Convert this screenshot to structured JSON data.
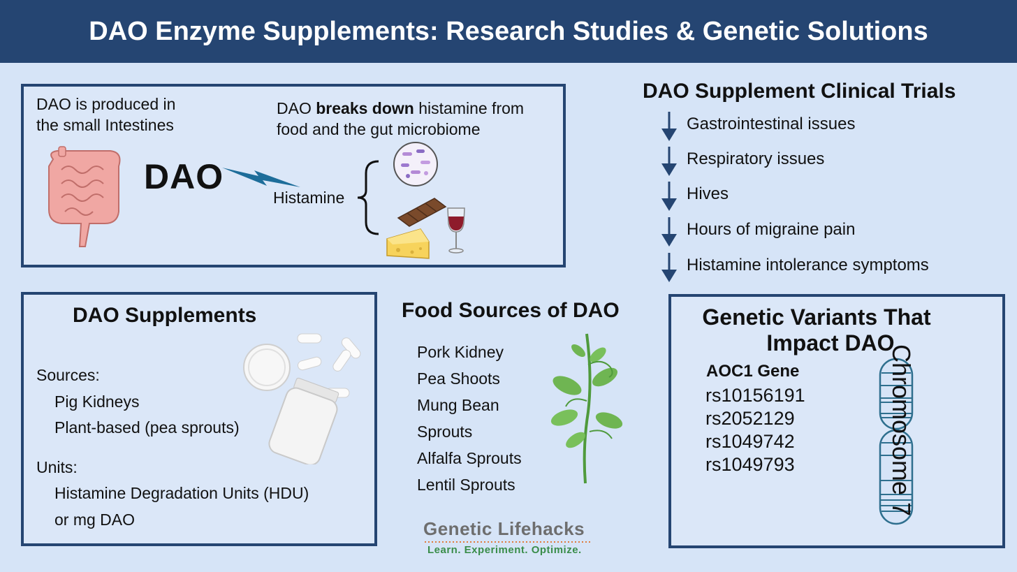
{
  "header": {
    "title": "DAO Enzyme Supplements: Research Studies & Genetic Solutions"
  },
  "top_panel": {
    "produced_text_line1": "DAO is produced in",
    "produced_text_line2": "the small Intestines",
    "breaks_prefix": "DAO ",
    "breaks_bold": "breaks down",
    "breaks_suffix": " histamine from",
    "breaks_line2": "food and the gut microbiome",
    "dao_label": "DAO",
    "histamine_label": "Histamine"
  },
  "trials": {
    "title": "DAO Supplement Clinical Trials",
    "items": [
      "Gastrointestinal issues",
      "Respiratory issues",
      "Hives",
      "Hours of migraine pain",
      "Histamine intolerance symptoms"
    ]
  },
  "supplements": {
    "title": "DAO Supplements",
    "sources_label": "Sources:",
    "sources": [
      "Pig Kidneys",
      "Plant-based (pea sprouts)"
    ],
    "units_label": "Units:",
    "units_line1": "Histamine Degradation Units (HDU)",
    "units_line2": "or mg DAO"
  },
  "food": {
    "title": "Food Sources of DAO",
    "items": [
      "Pork Kidney",
      "Pea Shoots",
      "Mung Bean",
      "Sprouts",
      "Alfalfa Sprouts",
      "Lentil Sprouts"
    ]
  },
  "genetics": {
    "title_line1": "Genetic Variants That",
    "title_line2": "Impact DAO",
    "gene_label": "AOC1 Gene",
    "rs_ids": [
      "rs10156191",
      "rs2052129",
      "rs1049742",
      "rs1049793"
    ],
    "chromosome_label": "Chromosome 7"
  },
  "logo": {
    "title": "Genetic Lifehacks",
    "tagline": "Learn. Experiment. Optimize."
  },
  "colors": {
    "header_bg": "#254572",
    "panel_border": "#254572",
    "page_bg": "#d6e4f7",
    "arrow": "#254572",
    "logo_green": "#3a8d4a"
  }
}
